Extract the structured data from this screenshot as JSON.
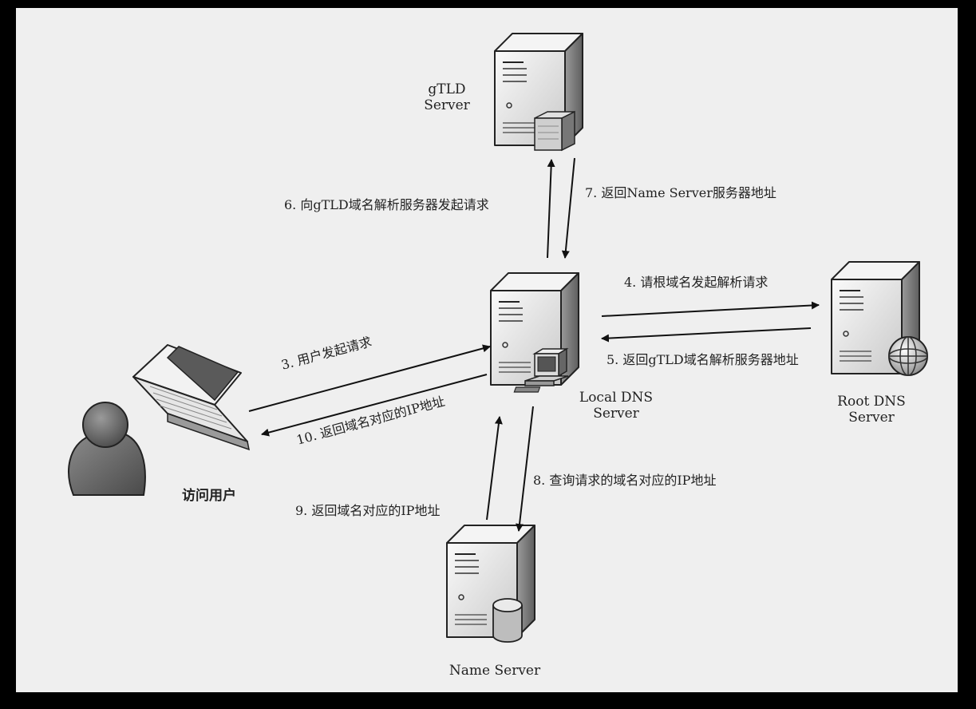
{
  "nodes": {
    "gtld": {
      "line1": "gTLD",
      "line2": "Server"
    },
    "local": {
      "line1": "Local DNS",
      "line2": "Server"
    },
    "root": {
      "line1": "Root DNS",
      "line2": "Server"
    },
    "name": {
      "line1": "Name Server"
    },
    "user": {
      "label": "访问用户"
    }
  },
  "steps": {
    "s3": "3. 用户发起请求",
    "s4": "4. 请根域名发起解析请求",
    "s5": "5. 返回gTLD域名解析服务器地址",
    "s6": "6. 向gTLD域名解析服务器发起请求",
    "s7": "7. 返回Name Server服务器地址",
    "s8": "8. 查询请求的域名对应的IP地址",
    "s9": "9. 返回域名对应的IP地址",
    "s10": "10. 返回域名对应的IP地址"
  },
  "colors": {
    "background": "#efefef",
    "frame": "#000000",
    "arrow": "#111111",
    "server_light": "#f4f4f4",
    "server_mid": "#c8c8c8",
    "server_dark": "#6e6e6e"
  }
}
